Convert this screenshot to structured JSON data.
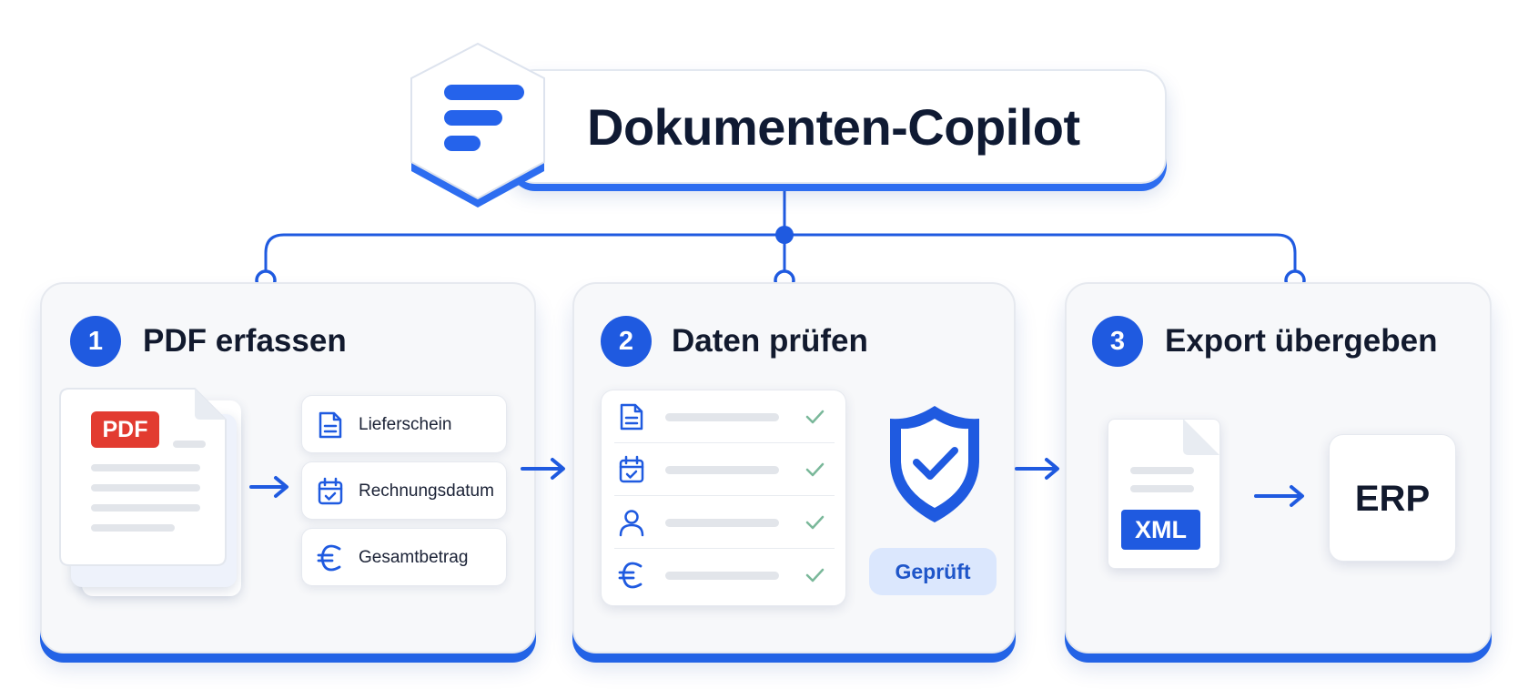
{
  "header": {
    "title": "Dokumenten-Copilot",
    "logo_icon": "lines-logo-icon"
  },
  "steps": [
    {
      "number": "1",
      "title": "PDF erfassen",
      "pdf_label": "PDF",
      "fields": [
        {
          "label": "Lieferschein",
          "icon": "document-icon"
        },
        {
          "label": "Rechnungsdatum",
          "icon": "calendar-icon"
        },
        {
          "label": "Gesamtbetrag",
          "icon": "euro-icon"
        }
      ]
    },
    {
      "number": "2",
      "title": "Daten prüfen",
      "checklist_icons": [
        "document-icon",
        "calendar-icon",
        "user-icon",
        "euro-icon"
      ],
      "status_label": "Geprüft"
    },
    {
      "number": "3",
      "title": "Export übergeben",
      "file_label": "XML",
      "target_label": "ERP"
    }
  ],
  "colors": {
    "accent": "#1f5ae0",
    "pdf_red": "#e23b30",
    "text_dark": "#121a2e",
    "check_green": "#7ab89a",
    "badge_bg": "#dbe7fd"
  }
}
